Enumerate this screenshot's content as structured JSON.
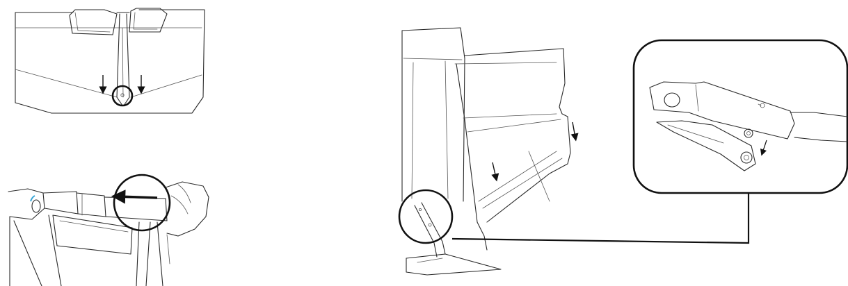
{
  "figure": {
    "panels": [
      {
        "id": "top-left",
        "description_icon": "fabric-clip-detail"
      },
      {
        "id": "bottom-left",
        "description_icon": "rail-tube-insert"
      },
      {
        "id": "right",
        "description_icon": "corner-leg-lock"
      }
    ],
    "accent_color": "#3aa7d8",
    "line_color": "#2a2a2a"
  }
}
